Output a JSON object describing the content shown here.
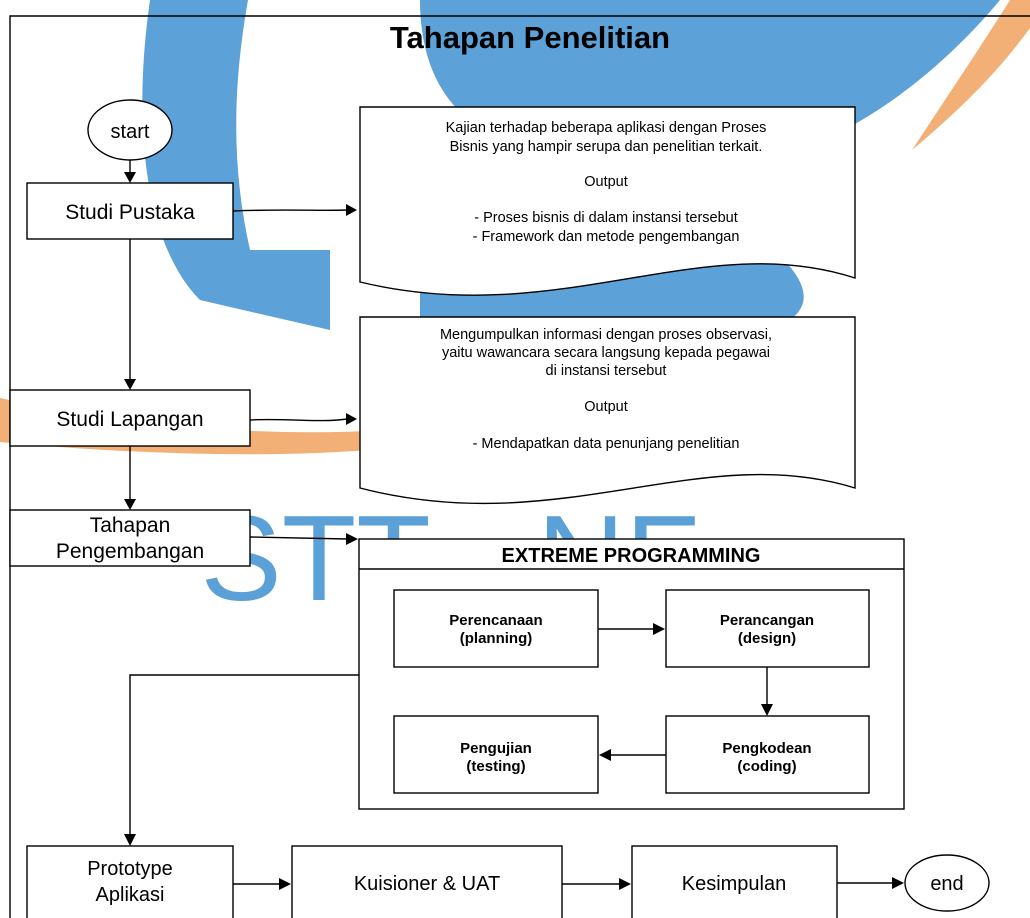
{
  "title": "Tahapan Penelitian",
  "watermark": "STT - NF",
  "colors": {
    "watermark_blue": "#3f90d0",
    "watermark_orange": "#f0a25e",
    "ink": "#000000"
  },
  "nodes": {
    "start": "start",
    "studi_pustaka": "Studi Pustaka",
    "studi_lapangan": "Studi Lapangan",
    "tahapan_pengembangan": [
      "Tahapan",
      "Pengembangan"
    ],
    "prototype": [
      "Prototype",
      "Aplikasi"
    ],
    "kuisioner": "Kuisioner & UAT",
    "kesimpulan": "Kesimpulan",
    "end": "end"
  },
  "documents": {
    "pustaka": [
      "Kajian terhadap beberapa aplikasi dengan Proses",
      "Bisnis yang hampir serupa dan penelitian terkait.",
      "",
      "Output",
      "",
      "- Proses bisnis di dalam instansi tersebut",
      "- Framework dan metode pengembangan"
    ],
    "lapangan": [
      "Mengumpulkan informasi dengan proses observasi,",
      "yaitu wawancara secara langsung kepada pegawai",
      "di instansi tersebut",
      "",
      "Output",
      "",
      "- Mendapatkan data penunjang penelitian"
    ]
  },
  "xp": {
    "title": "EXTREME PROGRAMMING",
    "perencanaan": [
      "Perencanaan",
      "(planning)"
    ],
    "perancangan": [
      "Perancangan",
      "(design)"
    ],
    "pengkodean": [
      "Pengkodean",
      "(coding)"
    ],
    "pengujian": [
      "Pengujian",
      "(testing)"
    ]
  }
}
